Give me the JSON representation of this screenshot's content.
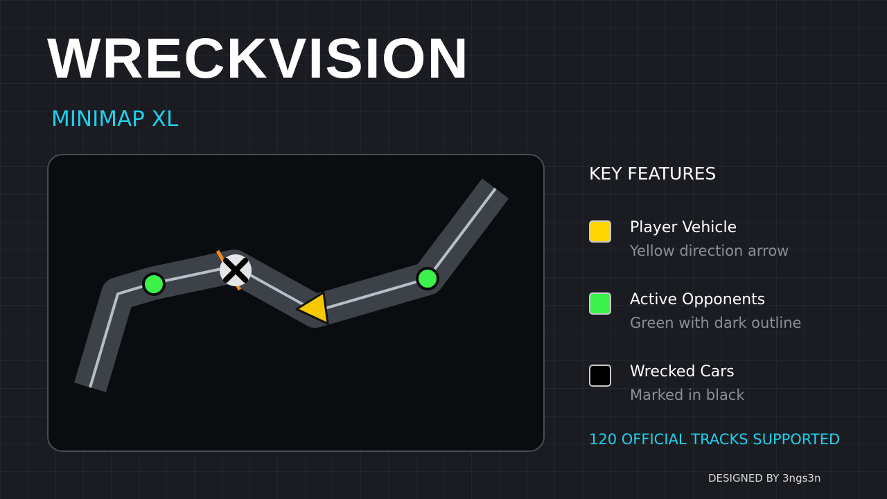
{
  "header": {
    "title": "WRECKVISION",
    "subtitle": "MINIMAP XL"
  },
  "minimap": {
    "track_color": "#3d4148",
    "centerline_color": "#b8bec8",
    "player_marker": {
      "icon": "yellow-direction-arrow-icon",
      "color": "#f5c800"
    },
    "opponent_markers": [
      {
        "icon": "green-opponent-dot-icon",
        "color": "#3cf24a"
      },
      {
        "icon": "green-opponent-dot-icon",
        "color": "#3cf24a"
      }
    ],
    "wreck_marker": {
      "icon": "wrecked-car-x-icon",
      "color": "#000000"
    }
  },
  "features": {
    "heading": "KEY FEATURES",
    "items": [
      {
        "title": "Player Vehicle",
        "description": "Yellow direction arrow",
        "color": "#ffd500"
      },
      {
        "title": "Active Opponents",
        "description": "Green with dark outline",
        "color": "#3cf24a"
      },
      {
        "title": "Wrecked Cars",
        "description": "Marked in black",
        "color": "#000000"
      }
    ]
  },
  "tracks_supported": "120 OFFICIAL TRACKS SUPPORTED",
  "credit": "DESIGNED BY 3ngs3n",
  "colors": {
    "accent": "#1fd0ec",
    "background": "#1a1c21",
    "panel": "#0b0c0f"
  }
}
